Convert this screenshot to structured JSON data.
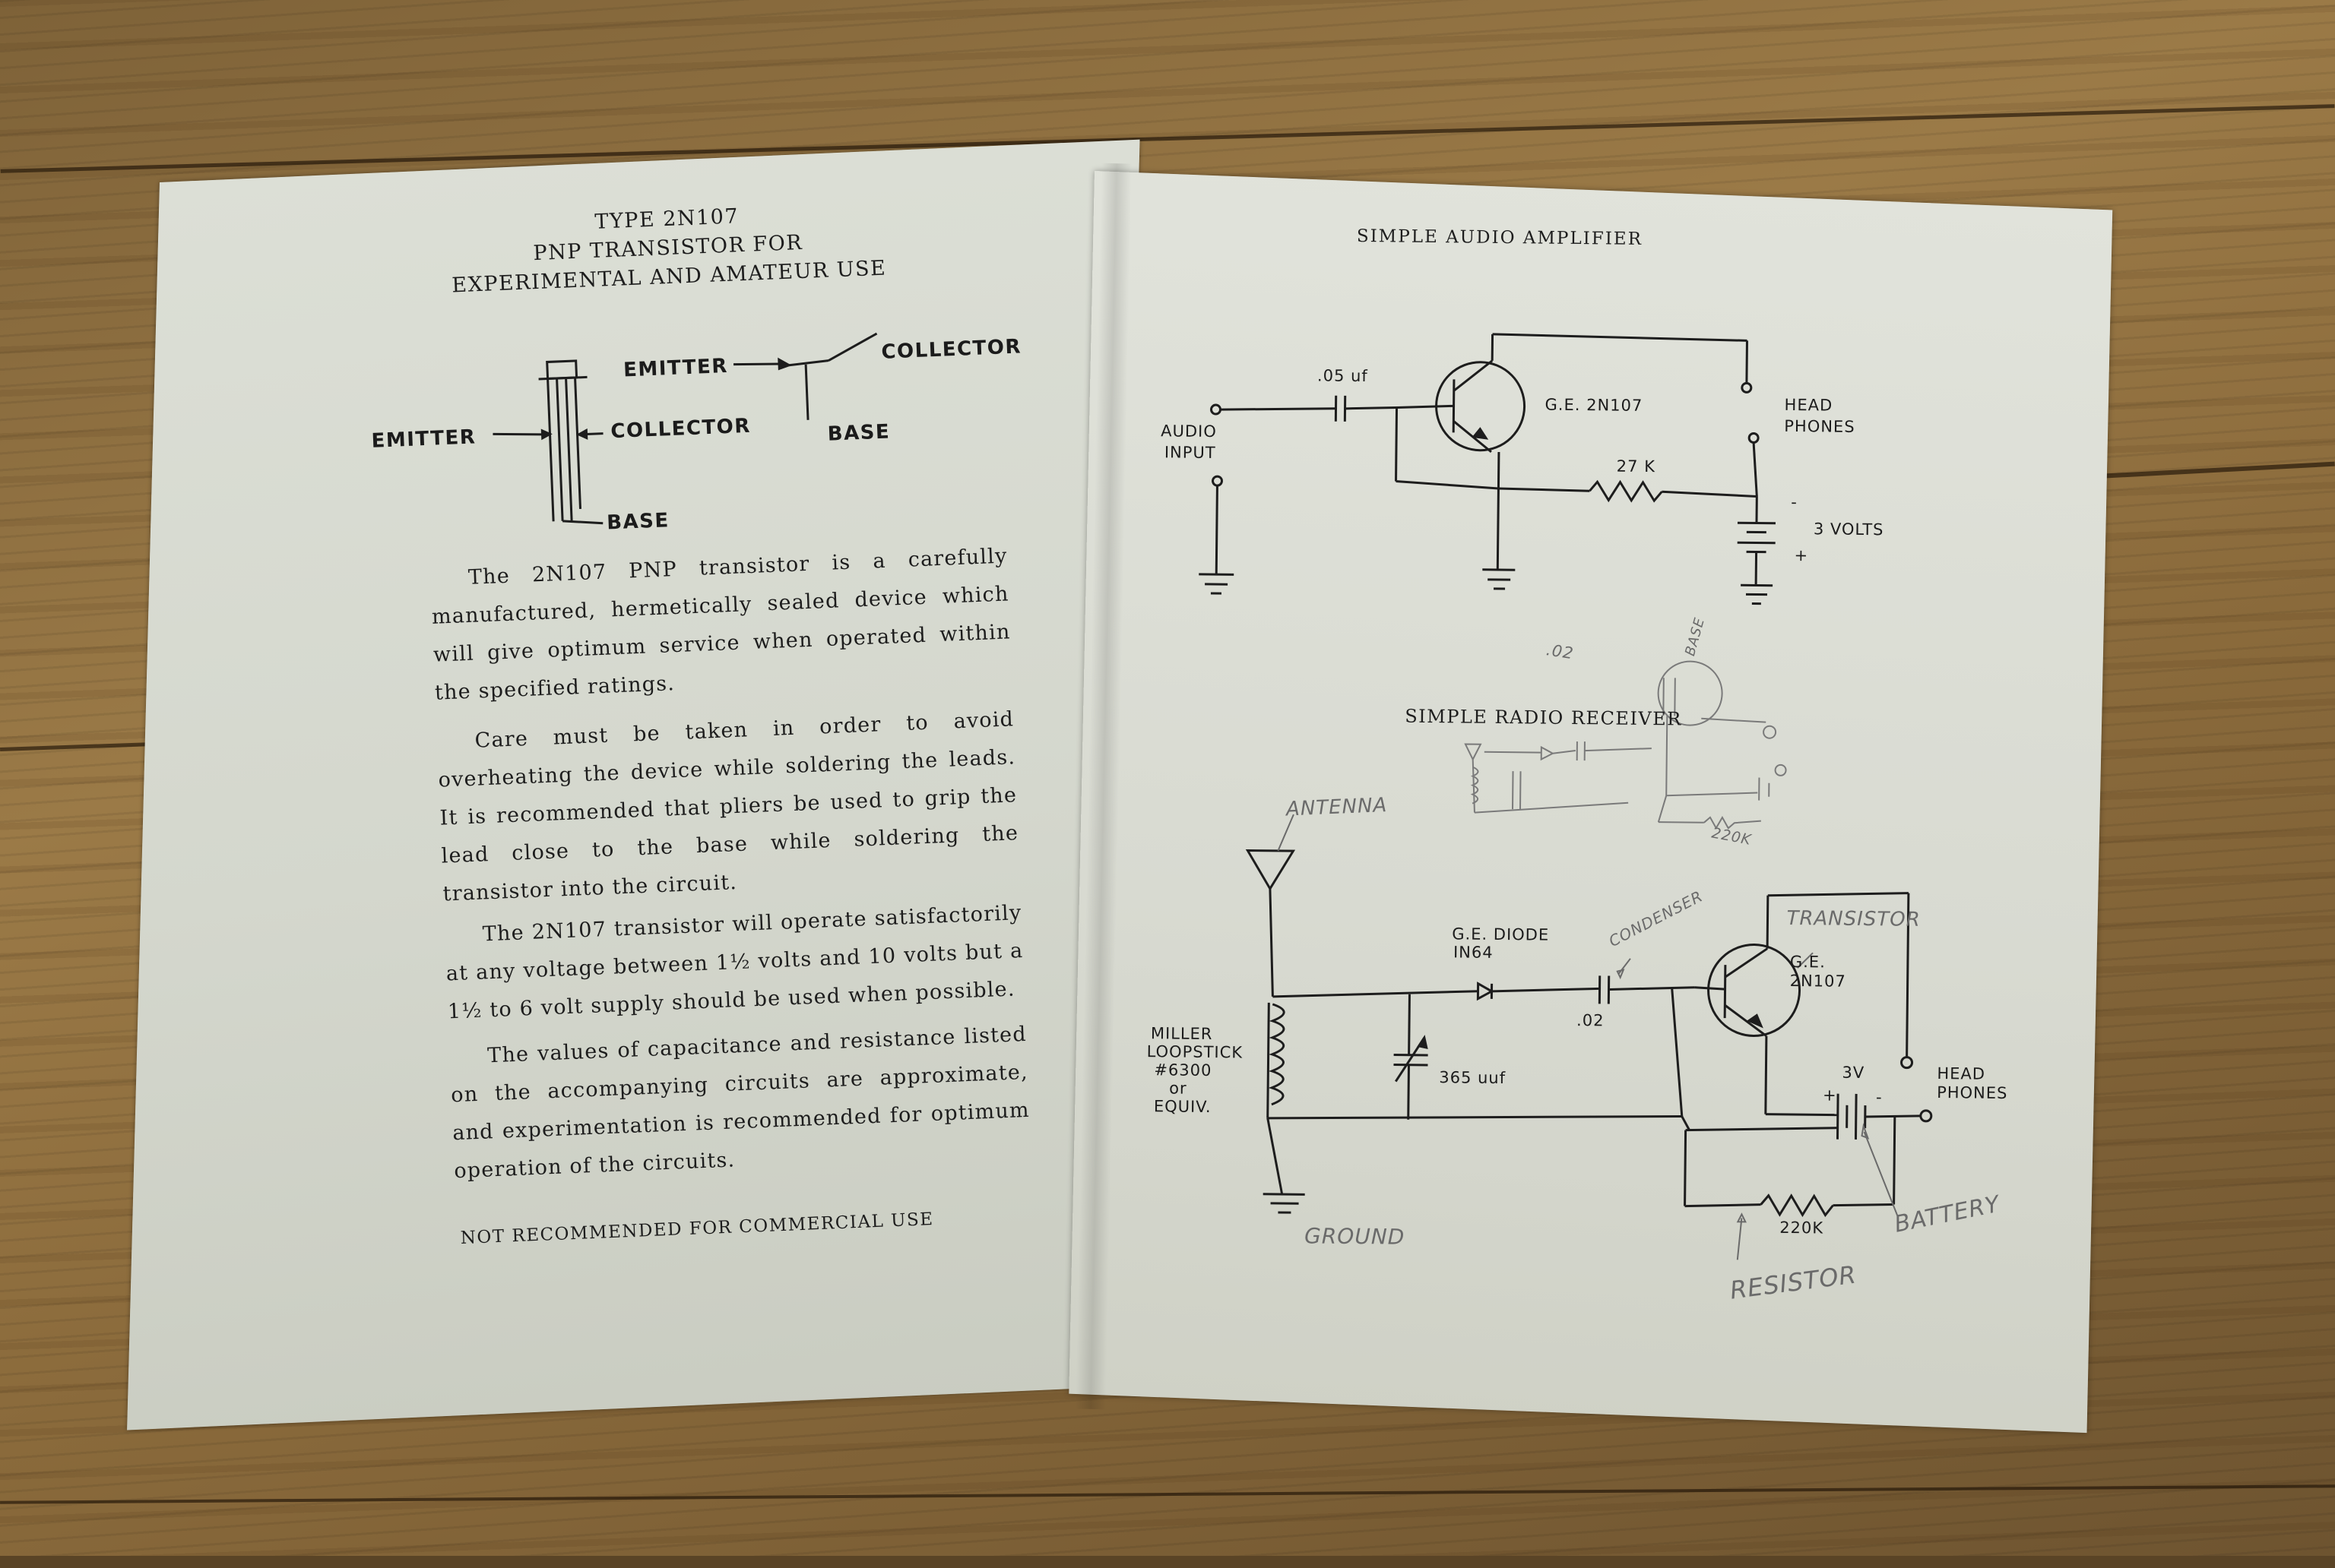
{
  "left_page": {
    "title_lines": [
      "TYPE 2N107",
      "PNP TRANSISTOR FOR",
      "EXPERIMENTAL AND AMATEUR USE"
    ],
    "diagram_labels": {
      "emitter_left": "EMITTER",
      "collector_left": "COLLECTOR",
      "base_left": "BASE",
      "emitter_symbol": "EMITTER",
      "collector_symbol": "COLLECTOR",
      "base_symbol": "BASE"
    },
    "paragraphs": [
      "The 2N107 PNP transistor is a carefully manufactured, hermetically sealed device which will give optimum service when operated within the specified ratings.",
      "Care must be taken in order to avoid overheating the device while soldering the leads. It is recommended that pliers be used to grip the lead close to the base while soldering the transistor into the circuit.",
      "The 2N107 transistor will operate satisfactorily at any voltage between 1½ volts and 10 volts but a 1½ to 6 volt supply should be used when possible.",
      "The values of capacitance and resistance listed on the accompanying circuits are approximate, and experimentation is recommended for optimum operation of the circuits."
    ],
    "footer": "NOT RECOMMENDED FOR COMMERCIAL USE"
  },
  "right_page": {
    "amp": {
      "title": "SIMPLE AUDIO AMPLIFIER",
      "capacitor": ".05 uf",
      "transistor": "G.E. 2N107",
      "resistor": "27 K",
      "input_label": [
        "AUDIO",
        "INPUT"
      ],
      "headphones": [
        "HEAD",
        "PHONES"
      ],
      "battery": "3 VOLTS",
      "minus": "-",
      "plus": "+"
    },
    "radio": {
      "title": "SIMPLE RADIO RECEIVER",
      "diode": [
        "G.E. DIODE",
        "IN64"
      ],
      "capacitor": ".02",
      "transistor": [
        "G.E.",
        "2N107"
      ],
      "tuning_cap": "365 uuf",
      "coil": [
        "MILLER",
        "LOOPSTICK",
        "#6300",
        "or",
        "EQUIV."
      ],
      "battery": "3V",
      "resistor": "220K",
      "headphones": [
        "HEAD",
        "PHONES"
      ],
      "plus": "+",
      "minus": "-"
    },
    "handwritten": {
      "antenna": "ANTENNA",
      "condenser": "CONDENSER",
      "transistor": "TRANSISTOR",
      "battery": "BATTERY",
      "resistor": "RESISTOR",
      "ground": "GROUND",
      "sketch_base": "BASE",
      "sketch_02": ".02",
      "sketch_220k": "220K"
    }
  },
  "colors": {
    "wood": "#8a6a3b",
    "paper": "#d8dad1",
    "ink": "#1d1d1d",
    "pencil": "#6a6a6a"
  }
}
